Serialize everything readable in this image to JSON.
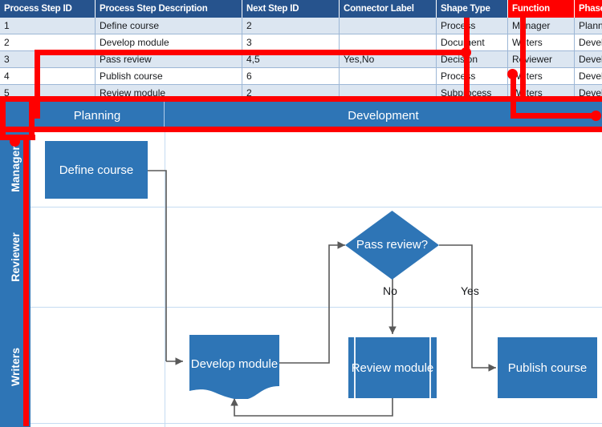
{
  "table": {
    "columns": [
      {
        "label": "Process Step ID",
        "highlight": false,
        "width": 108
      },
      {
        "label": "Process Step Description",
        "highlight": false,
        "width": 172
      },
      {
        "label": "Next Step ID",
        "highlight": false,
        "width": 110
      },
      {
        "label": "Connector Label",
        "highlight": false,
        "width": 110
      },
      {
        "label": "Shape Type",
        "highlight": false,
        "width": 78
      },
      {
        "label": "Function",
        "highlight": true,
        "width": 72
      },
      {
        "label": "Phase",
        "highlight": true,
        "width": 100
      }
    ],
    "rows": [
      [
        "1",
        "Define course",
        "2",
        "",
        "Process",
        "Manager",
        "Planning"
      ],
      [
        "2",
        "Develop module",
        "3",
        "",
        "Document",
        "Writers",
        "Development"
      ],
      [
        "3",
        "Pass review",
        "4,5",
        "Yes,No",
        "Decision",
        "Reviewer",
        "Development"
      ],
      [
        "4",
        "Publish course",
        "6",
        "",
        "Process",
        "Writers",
        "Development"
      ],
      [
        "5",
        "Review module",
        "2",
        "",
        "Subprocess",
        "Writers",
        "Development"
      ]
    ]
  },
  "phases": [
    {
      "label": "Planning"
    },
    {
      "label": "Development"
    }
  ],
  "lanes": [
    {
      "label": "Manager"
    },
    {
      "label": "Reviewer"
    },
    {
      "label": "Writers"
    }
  ],
  "shapes": [
    {
      "name": "define-course",
      "label": "Define course",
      "type": "process"
    },
    {
      "name": "pass-review",
      "label": "Pass review?",
      "type": "decision"
    },
    {
      "name": "develop-module",
      "label": "Develop module",
      "type": "document"
    },
    {
      "name": "review-module",
      "label": "Review module",
      "type": "subprocess"
    },
    {
      "name": "publish-course",
      "label": "Publish course",
      "type": "process"
    }
  ],
  "connector_labels": [
    {
      "name": "no",
      "label": "No"
    },
    {
      "name": "yes",
      "label": "Yes"
    }
  ],
  "colors": {
    "header": "#26538D",
    "highlight": "#FF0000",
    "shape_fill": "#2E75B6",
    "band": "#2E75B6",
    "row_alt": "#DCE6F1",
    "connector": "#595959",
    "grid": "#C5DCF2"
  }
}
